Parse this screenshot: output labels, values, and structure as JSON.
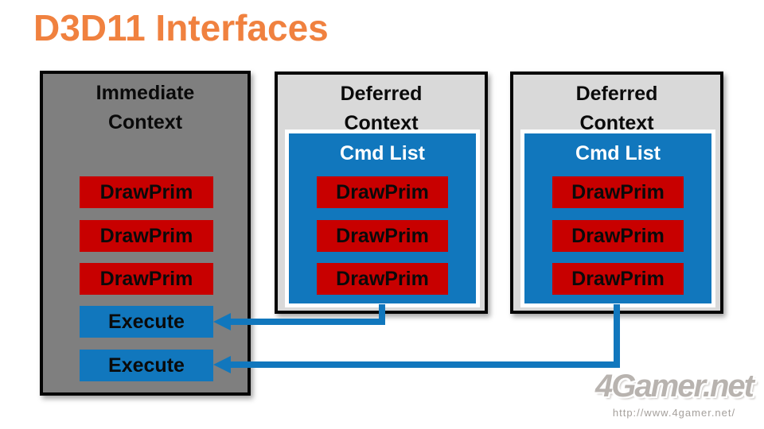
{
  "slide": {
    "title": "D3D11 Interfaces"
  },
  "immediate_context": {
    "label": "Immediate\nContext",
    "draw_prims": [
      "DrawPrim",
      "DrawPrim",
      "DrawPrim"
    ],
    "executes": [
      "Execute",
      "Execute"
    ]
  },
  "deferred_contexts": [
    {
      "label": "Deferred\nContext",
      "cmd_list": {
        "label": "Cmd List",
        "draw_prims": [
          "DrawPrim",
          "DrawPrim",
          "DrawPrim"
        ]
      }
    },
    {
      "label": "Deferred\nContext",
      "cmd_list": {
        "label": "Cmd List",
        "draw_prims": [
          "DrawPrim",
          "DrawPrim",
          "DrawPrim"
        ]
      }
    }
  ],
  "watermark": {
    "logo_text": "4Gamer.net",
    "url": "http://www.4gamer.net/"
  },
  "colors": {
    "title_orange": "#f0813f",
    "box_dark_gray": "#7f7f7f",
    "box_light_gray": "#d9d9d9",
    "draw_prim_red": "#c80000",
    "accent_blue": "#1177bd"
  }
}
